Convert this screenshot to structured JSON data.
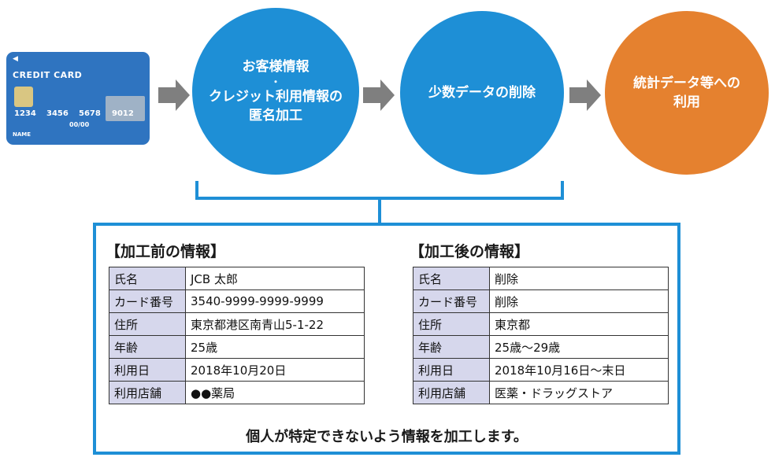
{
  "card": {
    "title": "CREDIT CARD",
    "numbers": [
      "1234",
      "3456",
      "5678",
      "9012"
    ],
    "expiry": "00/00",
    "name": "NAME"
  },
  "steps": [
    {
      "lines": [
        "お客様情報",
        "・",
        "クレジット利用情報の",
        "匿名加工"
      ],
      "color": "#1e8fd6"
    },
    {
      "lines": [
        "少数データの削除"
      ],
      "color": "#1e8fd6"
    },
    {
      "lines": [
        "統計データ等への",
        "利用"
      ],
      "color": "#e5812f"
    }
  ],
  "before": {
    "title": "【加工前の情報】",
    "rows": [
      {
        "label": "氏名",
        "value": "JCB 太郎"
      },
      {
        "label": "カード番号",
        "value": "3540-9999-9999-9999"
      },
      {
        "label": "住所",
        "value": "東京都港区南青山5-1-22"
      },
      {
        "label": "年齢",
        "value": "25歳"
      },
      {
        "label": "利用日",
        "value": "2018年10月20日"
      },
      {
        "label": "利用店舗",
        "value": "●●薬局"
      }
    ]
  },
  "after": {
    "title": "【加工後の情報】",
    "rows": [
      {
        "label": "氏名",
        "value": "削除"
      },
      {
        "label": "カード番号",
        "value": "削除"
      },
      {
        "label": "住所",
        "value": "東京都"
      },
      {
        "label": "年齢",
        "value": "25歳～29歳"
      },
      {
        "label": "利用日",
        "value": "2018年10月16日～末日"
      },
      {
        "label": "利用店舗",
        "value": "医薬・ドラッグストア"
      }
    ]
  },
  "note": "個人が特定できないよう情報を加工します。"
}
